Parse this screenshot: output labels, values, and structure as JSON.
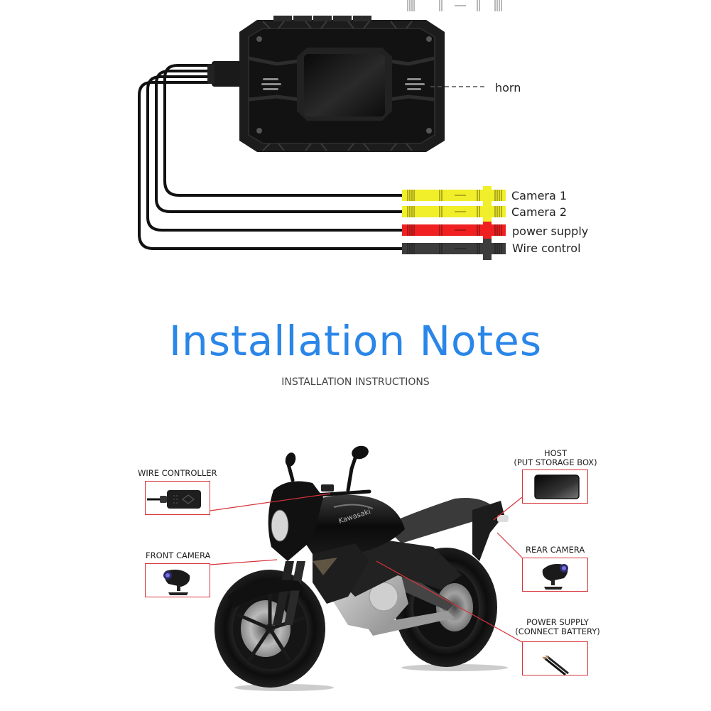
{
  "device_diagram": {
    "horn_label": "horn",
    "wires": [
      {
        "label": "Camera 1",
        "color": "#f1ee2a"
      },
      {
        "label": "Camera 2",
        "color": "#f1ee2a"
      },
      {
        "label": "power supply",
        "color": "#f02020"
      },
      {
        "label": "Wire control",
        "color": "#3c3c3c"
      }
    ]
  },
  "heading": {
    "title": "Installation Notes",
    "subtitle": "INSTALLATION INSTRUCTIONS",
    "accent_color": "#2a86e8"
  },
  "callouts": {
    "wire_controller": {
      "label": "WIRE CONTROLLER"
    },
    "front_camera": {
      "label": "FRONT CAMERA"
    },
    "host": {
      "label_line1": "HOST",
      "label_line2": "(PUT STORAGE BOX)"
    },
    "rear_camera": {
      "label": "REAR CAMERA"
    },
    "power_supply": {
      "label_line1": "POWER SUPPLY",
      "label_line2": "(CONNECT BATTERY)"
    },
    "line_color": "#d8333a"
  },
  "motorcycle": {
    "brand_text": "Kawasaki"
  }
}
